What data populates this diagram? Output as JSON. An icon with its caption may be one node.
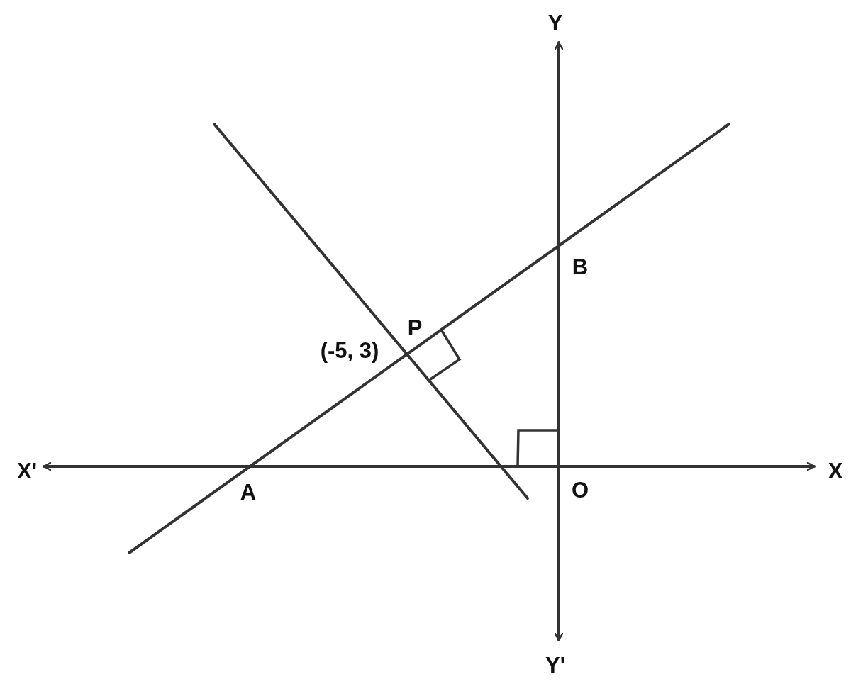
{
  "diagram": {
    "labels": [
      "Y",
      "B",
      "P",
      "(-5, 3)",
      "X'",
      "X",
      "A",
      "O",
      "Y'"
    ]
  }
}
